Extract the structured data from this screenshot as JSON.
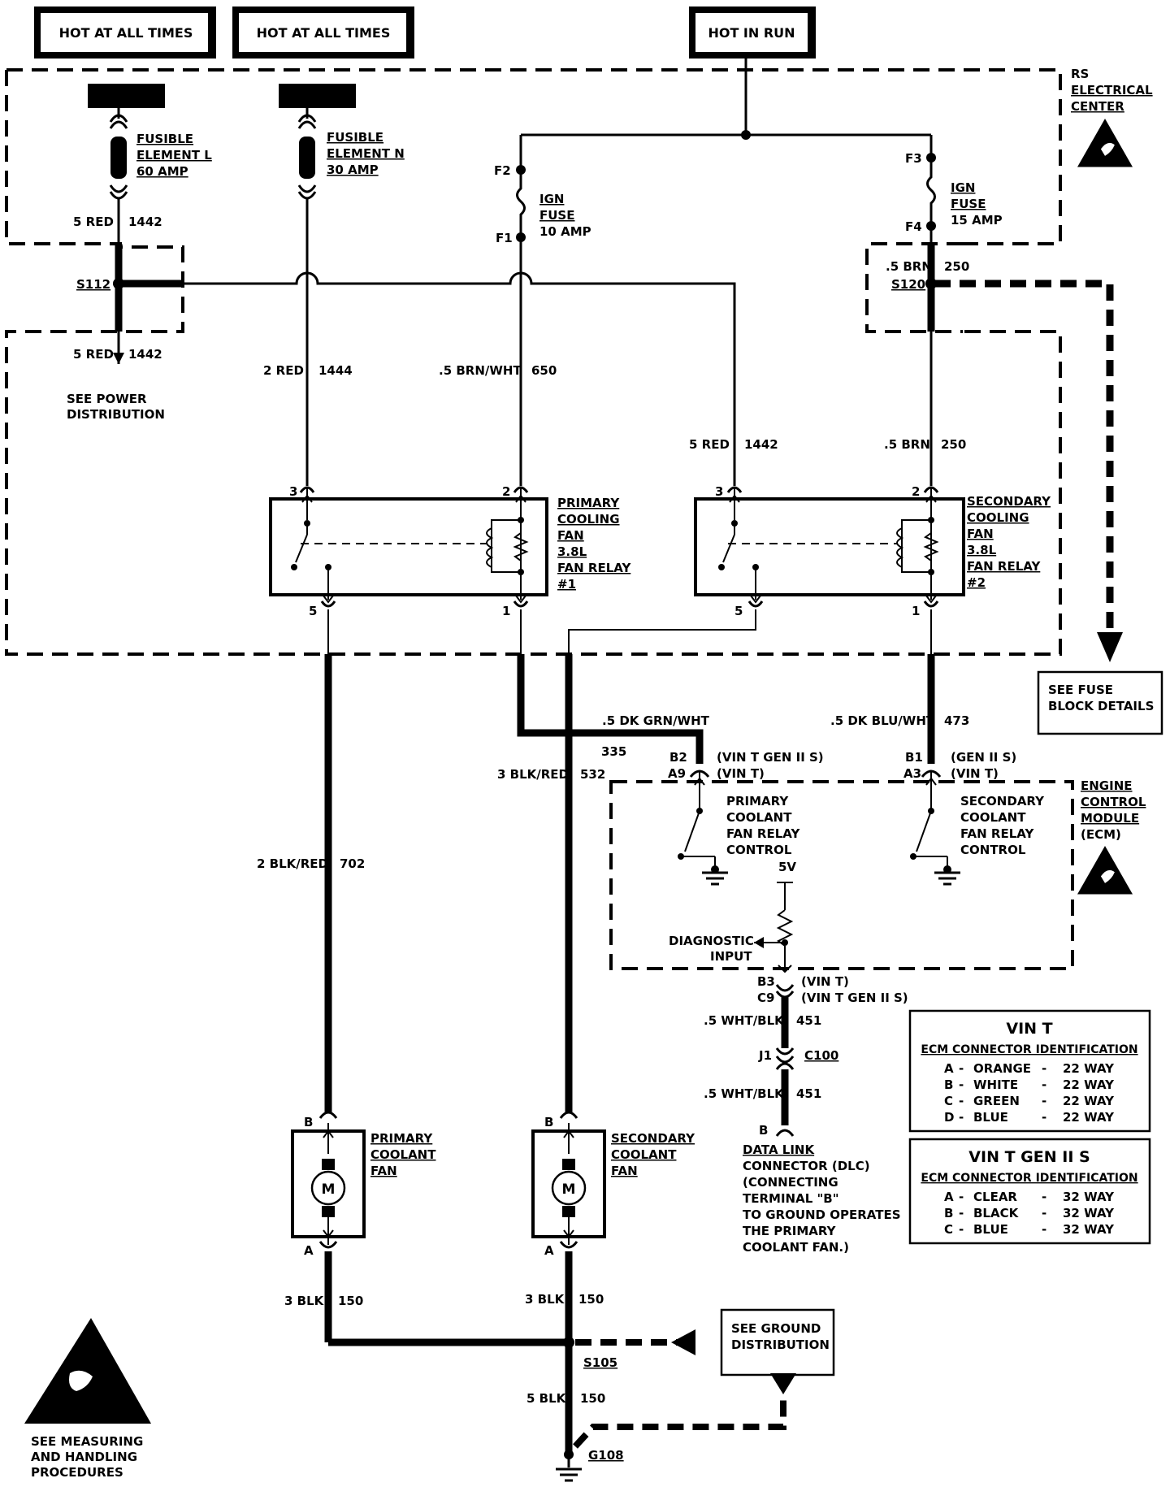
{
  "headers": {
    "hot1": "HOT AT ALL TIMES",
    "hot2": "HOT AT ALL TIMES",
    "run": "HOT IN RUN"
  },
  "rs_center": [
    "RS",
    "ELECTRICAL",
    "CENTER"
  ],
  "fusible_l": [
    "FUSIBLE",
    "ELEMENT L",
    "60 AMP"
  ],
  "fusible_n": [
    "FUSIBLE",
    "ELEMENT N",
    "30 AMP"
  ],
  "fuse_f2": "F2",
  "fuse_f1": "F1",
  "fuse_f3": "F3",
  "fuse_f4": "F4",
  "ign_fuse_10": [
    "IGN",
    "FUSE",
    "10 AMP"
  ],
  "ign_fuse_15": [
    "IGN",
    "FUSE",
    "15 AMP"
  ],
  "splice_s112": "S112",
  "splice_s120": "S120",
  "splice_s105": "S105",
  "ground_g108": "G108",
  "wires": {
    "w_5red_1442_a": "5 RED",
    "c_1442_a": "1442",
    "w_5red_1442_b": "5 RED",
    "c_1442_b": "1442",
    "w_2red": "2 RED",
    "c_1444": "1444",
    "w_5brnwht": ".5 BRN/WHT",
    "c_650": "650",
    "w_5red_1442_c": "5 RED",
    "c_1442_c": "1442",
    "w_5brn_a": ".5 BRN",
    "c_250_a": "250",
    "w_5brn_b": ".5 BRN",
    "c_250_b": "250",
    "w_dkgrnwht": ".5 DK GRN/WHT",
    "c_335": "335",
    "w_dkbluwht": ".5 DK BLU/WHT",
    "c_473": "473",
    "w_3blkred": "3 BLK/RED",
    "c_532": "532",
    "w_2blkred": "2 BLK/RED",
    "c_702": "702",
    "w_whtblk_a": ".5 WHT/BLK",
    "c_451_a": "451",
    "w_whtblk_b": ".5 WHT/BLK",
    "c_451_b": "451",
    "w_3blk_a": "3 BLK",
    "c_150_a": "150",
    "w_3blk_b": "3 BLK",
    "c_150_b": "150",
    "w_5blk": "5 BLK",
    "c_150_c": "150"
  },
  "see_power": [
    "SEE POWER",
    "DISTRIBUTION"
  ],
  "see_fuse": [
    "SEE FUSE",
    "BLOCK DETAILS"
  ],
  "see_ground": [
    "SEE GROUND",
    "DISTRIBUTION"
  ],
  "see_measuring": [
    "SEE MEASURING",
    "AND HANDLING",
    "PROCEDURES"
  ],
  "relay1_label": [
    "PRIMARY",
    "COOLING",
    "FAN",
    "3.8L",
    "FAN RELAY",
    "#1"
  ],
  "relay2_label": [
    "SECONDARY",
    "COOLING",
    "FAN",
    "3.8L",
    "FAN RELAY",
    "#2"
  ],
  "pins": {
    "r1_3": "3",
    "r1_2": "2",
    "r1_5": "5",
    "r1_1": "1",
    "r2_3": "3",
    "r2_2": "2",
    "r2_5": "5",
    "r2_1": "1",
    "b2": "B2",
    "a9": "A9",
    "b1": "B1",
    "a3": "A3",
    "b3": "B3",
    "c9": "C9",
    "j1": "J1",
    "dlc_b": "B",
    "m1_b": "B",
    "m1_a": "A",
    "m2_b": "B",
    "m2_a": "A"
  },
  "ecm_pins": {
    "p1a": "(VIN T GEN II S)",
    "p1b": "(VIN T)",
    "p2a": "(GEN II S)",
    "p2b": "(VIN T)",
    "p3a": "(VIN T)",
    "p3b": "(VIN T GEN II S)"
  },
  "c100": "C100",
  "ecm_title": [
    "ENGINE",
    "CONTROL",
    "MODULE",
    "(ECM)"
  ],
  "ecm_primary": [
    "PRIMARY",
    "COOLANT",
    "FAN RELAY",
    "CONTROL"
  ],
  "ecm_secondary": [
    "SECONDARY",
    "COOLANT",
    "FAN RELAY",
    "CONTROL"
  ],
  "ecm_5v": "5V",
  "ecm_diag": [
    "DIAGNOSTIC",
    "INPUT"
  ],
  "dlc": [
    "DATA LINK",
    "CONNECTOR (DLC)",
    "(CONNECTING",
    "TERMINAL \"B\"",
    "TO GROUND OPERATES",
    "THE PRIMARY",
    "COOLANT FAN.)"
  ],
  "motor1_label": [
    "PRIMARY",
    "COOLANT",
    "FAN"
  ],
  "motor2_label": [
    "SECONDARY",
    "COOLANT",
    "FAN"
  ],
  "motor_symbol": "M",
  "vin_t": {
    "title": "VIN T",
    "sub": "ECM CONNECTOR IDENTIFICATION",
    "rows": [
      [
        "A",
        "-",
        "ORANGE",
        "-",
        "22 WAY"
      ],
      [
        "B",
        "-",
        "WHITE",
        "-",
        "22 WAY"
      ],
      [
        "C",
        "-",
        "GREEN",
        "-",
        "22 WAY"
      ],
      [
        "D",
        "-",
        "BLUE",
        "-",
        "22 WAY"
      ]
    ]
  },
  "vin_t_gen": {
    "title": "VIN T GEN II S",
    "sub": "ECM CONNECTOR IDENTIFICATION",
    "rows": [
      [
        "A",
        "-",
        "CLEAR",
        "-",
        "32 WAY"
      ],
      [
        "B",
        "-",
        "BLACK",
        "-",
        "32 WAY"
      ],
      [
        "C",
        "-",
        "BLUE",
        "-",
        "32 WAY"
      ]
    ]
  }
}
